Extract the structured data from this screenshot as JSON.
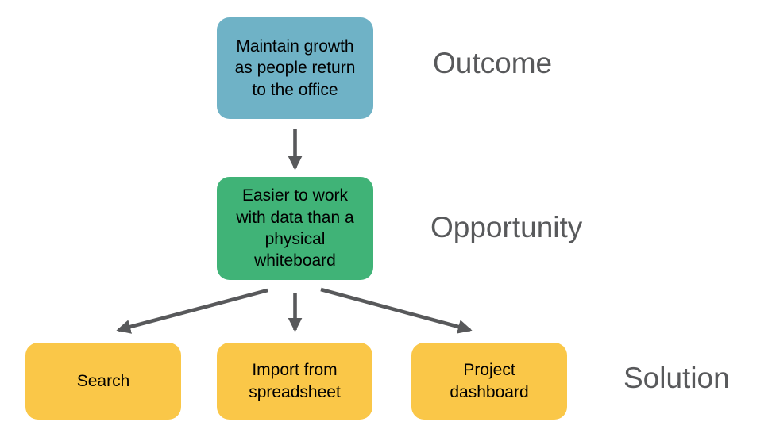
{
  "colors": {
    "background": "#ffffff",
    "node-outcome": "#6FB2C6",
    "node-opportunity": "#40B377",
    "node-solution": "#FAC748",
    "arrow": "#58595B",
    "row-label": "#58595B",
    "node-text": "#000000"
  },
  "nodes": {
    "outcome": {
      "text": "Maintain growth as people return to the office"
    },
    "opportunity": {
      "text": "Easier to work with data than a physical whiteboard"
    },
    "solutions": [
      {
        "text": "Search"
      },
      {
        "text": "Import from spreadsheet"
      },
      {
        "text": "Project dashboard"
      }
    ]
  },
  "labels": {
    "outcome": "Outcome",
    "opportunity": "Opportunity",
    "solution": "Solution"
  }
}
